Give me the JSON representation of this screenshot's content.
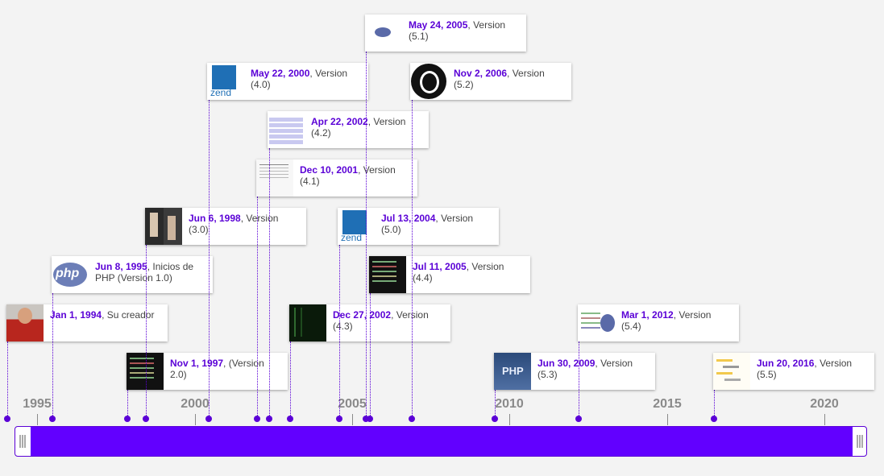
{
  "timeline": {
    "years": [
      "1995",
      "2000",
      "2005",
      "2010",
      "2015",
      "2020"
    ],
    "events": [
      {
        "date": "Jan 1, 1994",
        "text": "Su creador",
        "thumb": "person-photo"
      },
      {
        "date": "Jun 8, 1995",
        "text": "Inicios de PHP (Version 1.0)",
        "thumb": "php-logo"
      },
      {
        "date": "Nov 1, 1997",
        "text": "(Version 2.0)",
        "thumb": "terminal-screenshot"
      },
      {
        "date": "Jun 6, 1998",
        "text": "Version (3.0)",
        "thumb": "two-people-photo"
      },
      {
        "date": "May 22, 2000",
        "text": "Version (4.0)",
        "thumb": "zend-logo"
      },
      {
        "date": "Dec 10, 2001",
        "text": "Version (4.1)",
        "thumb": "document-screenshot"
      },
      {
        "date": "Apr 22, 2002",
        "text": "Version (4.2)",
        "thumb": "table-screenshot"
      },
      {
        "date": "Dec 27, 2002",
        "text": "Version (4.3)",
        "thumb": "code-screenshot"
      },
      {
        "date": "Jul 13, 2004",
        "text": "Version (5.0)",
        "thumb": "zend-logo"
      },
      {
        "date": "May 24, 2005",
        "text": "Version (5.1)",
        "thumb": "diagram-image"
      },
      {
        "date": "Jul 11, 2005",
        "text": "Version (4.4)",
        "thumb": "terminal-screenshot"
      },
      {
        "date": "Nov 2, 2006",
        "text": "Version (5.2)",
        "thumb": "json-logo"
      },
      {
        "date": "Jun 30, 2009",
        "text": "Version (5.3)",
        "thumb": "php-blue-logo"
      },
      {
        "date": "Mar 1, 2012",
        "text": "Version (5.4)",
        "thumb": "editor-screenshot"
      },
      {
        "date": "Jun 20, 2016",
        "text": "Version (5.5)",
        "thumb": "code-screenshot-light"
      }
    ]
  },
  "colors": {
    "accent": "#5a00d6",
    "scrollbar": "#6200ff",
    "year_label": "#8a8a8a",
    "background": "#f3f3f3"
  },
  "scrollbar": {
    "left_handle_icon": "grip-icon",
    "right_handle_icon": "grip-icon"
  }
}
